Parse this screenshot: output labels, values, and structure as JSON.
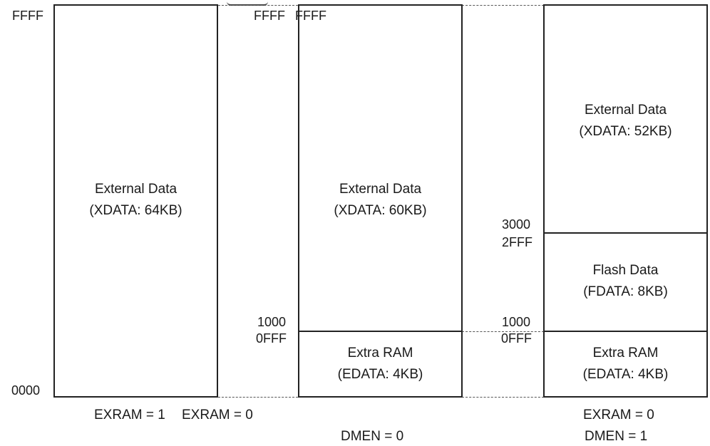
{
  "columns": [
    {
      "top_address": "FFFF",
      "bottom_address": "0000",
      "regions": [
        {
          "line1": "External Data",
          "line2": "(XDATA: 64KB)"
        }
      ]
    },
    {
      "top_address": "FFFF",
      "boundary_upper": "1000",
      "boundary_lower": "0FFF",
      "regions": [
        {
          "line1": "External Data",
          "line2": "(XDATA: 60KB)"
        },
        {
          "line1": "Extra RAM",
          "line2": "(EDATA: 4KB)"
        }
      ]
    },
    {
      "top_address": "FFFF",
      "boundary_high_upper": "3000",
      "boundary_high_lower": "2FFF",
      "boundary_low_upper": "1000",
      "boundary_low_lower": "0FFF",
      "regions": [
        {
          "line1": "External Data",
          "line2": "(XDATA: 52KB)"
        },
        {
          "line1": "Flash Data",
          "line2": "(FDATA: 8KB)"
        },
        {
          "line1": "Extra RAM",
          "line2": "(EDATA: 4KB)"
        }
      ]
    }
  ],
  "captions": {
    "first": "EXRAM = 1",
    "second": "EXRAM = 0",
    "third_exram": "EXRAM = 0",
    "dmen_second": "DMEN = 0",
    "dmen_third": "DMEN = 1"
  }
}
